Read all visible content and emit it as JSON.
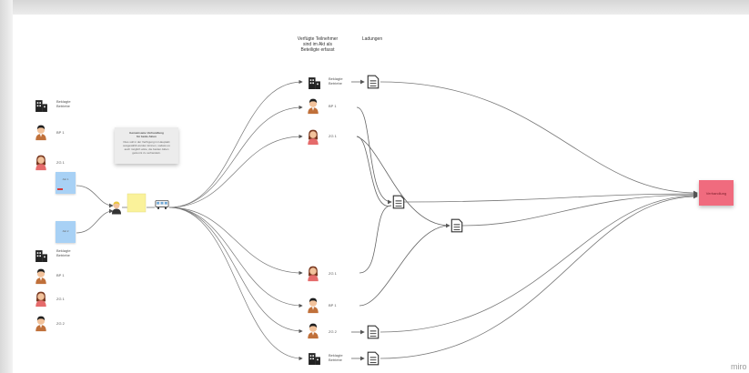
{
  "header": {
    "col1": "Verfügte Teilnehmer\nsind im Akt als\nBeteiligte erfasst",
    "col2": "Ladungen"
  },
  "left_panel": {
    "top_group": [
      "Beklagte\nBetriebe",
      "BP 1",
      "ZG 1"
    ],
    "bottom_group": [
      "Beklagte\nBetriebe",
      "BP 1",
      "ZG 1",
      "ZG 2"
    ],
    "sticky_red_label": "Akt 1",
    "sticky_blue_label": "Akt 2"
  },
  "note": {
    "title": "Gemeinsame Verhandlung\nfür beide Akten",
    "body": "Dies soll in der Verfügung im Hauptakt\nausgewählt werden können, sodass es\nauch möglich wäre, die beiden Akten\ngetrennt zu verhandeln."
  },
  "participants": [
    "Beklagte\nBetriebe",
    "BP 1",
    "ZG 1",
    "ZG 1",
    "BP 1",
    "ZG 2",
    "Beklagte\nBetriebe"
  ],
  "target": "Verhandlung",
  "brand": "miro",
  "colors": {
    "sticky_blue": "#a8d1f5",
    "sticky_yellow": "#faf29a",
    "verhandlung": "#f06b7e",
    "edge": "#7a7a7a"
  }
}
